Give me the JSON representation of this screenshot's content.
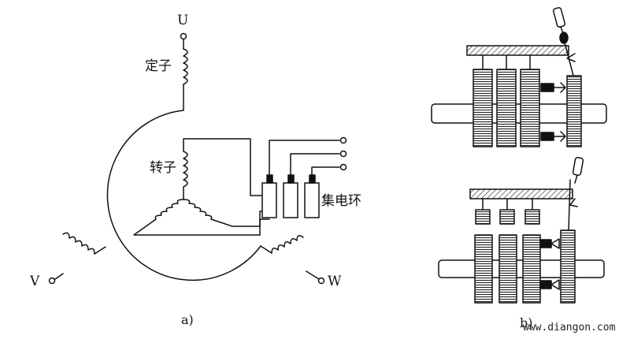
{
  "diagram_a": {
    "terminal_u": "U",
    "terminal_v": "V",
    "terminal_w": "W",
    "stator_label": "定子",
    "rotor_label": "转子",
    "slip_ring_label": "集电环",
    "caption": "a)"
  },
  "diagram_b": {
    "caption": "b)"
  },
  "watermark": "www.diangon.com",
  "colors": {
    "ink": "#111111",
    "hatch": "#333333",
    "background": "#ffffff"
  }
}
